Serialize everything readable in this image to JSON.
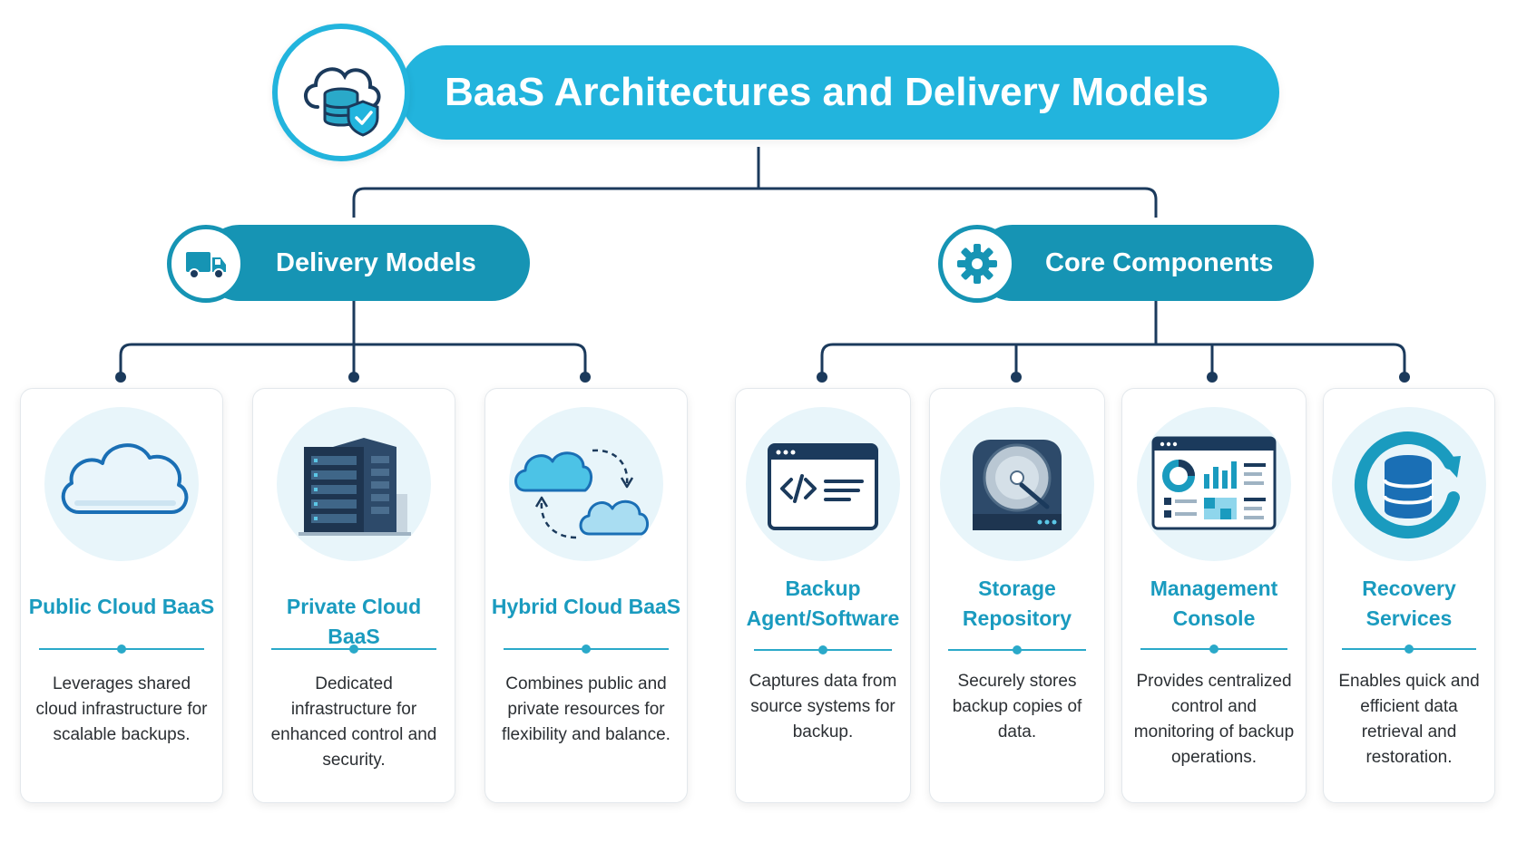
{
  "title": "BaaS Architectures and Delivery Models",
  "title_icon": "cloud-database-shield-icon",
  "colors": {
    "title_banner": "#22b4dd",
    "section_banner": "#1694b4",
    "card_title": "#1a9bbf",
    "connector": "#1b3a5c"
  },
  "sections": [
    {
      "label": "Delivery Models",
      "icon": "truck-icon",
      "cards": [
        {
          "title": "Public Cloud BaaS",
          "description": "Leverages shared cloud infrastructure for scalable backups.",
          "icon": "cloud-icon"
        },
        {
          "title": "Private Cloud BaaS",
          "description": "Dedicated infrastructure for enhanced control and security.",
          "icon": "server-rack-icon"
        },
        {
          "title": "Hybrid Cloud BaaS",
          "description": "Combines public and private resources for flexibility and balance.",
          "icon": "hybrid-cloud-icon"
        }
      ]
    },
    {
      "label": "Core Components",
      "icon": "gear-icon",
      "cards": [
        {
          "title": "Backup Agent/Software",
          "description": "Captures data from source systems for backup.",
          "icon": "code-window-icon"
        },
        {
          "title": "Storage Repository",
          "description": "Securely stores backup copies of data.",
          "icon": "hard-drive-icon"
        },
        {
          "title": "Management Console",
          "description": "Provides centralized control and monitoring of backup operations.",
          "icon": "dashboard-icon"
        },
        {
          "title": "Recovery Services",
          "description": "Enables quick and efficient data retrieval and restoration.",
          "icon": "database-recovery-icon"
        }
      ]
    }
  ]
}
